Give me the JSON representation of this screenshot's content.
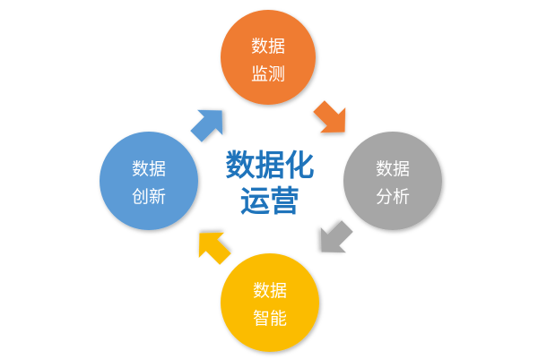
{
  "center": {
    "line1": "数据化",
    "line2": "运营",
    "color": "#1f74bb"
  },
  "nodes": [
    {
      "id": "monitor",
      "line1": "数据",
      "line2": "监测",
      "color": "#ef7c30"
    },
    {
      "id": "analysis",
      "line1": "数据",
      "line2": "分析",
      "color": "#a6a6a6"
    },
    {
      "id": "intelligence",
      "line1": "数据",
      "line2": "智能",
      "color": "#fbbc06"
    },
    {
      "id": "innovation",
      "line1": "数据",
      "line2": "创新",
      "color": "#5c9bd6"
    }
  ],
  "arrows": [
    {
      "from": "monitor",
      "to": "analysis",
      "color": "#ef7c30",
      "icon": "arrow-down-right-icon"
    },
    {
      "from": "analysis",
      "to": "intelligence",
      "color": "#a6a6a6",
      "icon": "arrow-down-left-icon"
    },
    {
      "from": "intelligence",
      "to": "innovation",
      "color": "#fbbc06",
      "icon": "arrow-up-left-icon"
    },
    {
      "from": "innovation",
      "to": "monitor",
      "color": "#5c9bd6",
      "icon": "arrow-up-right-icon"
    }
  ]
}
